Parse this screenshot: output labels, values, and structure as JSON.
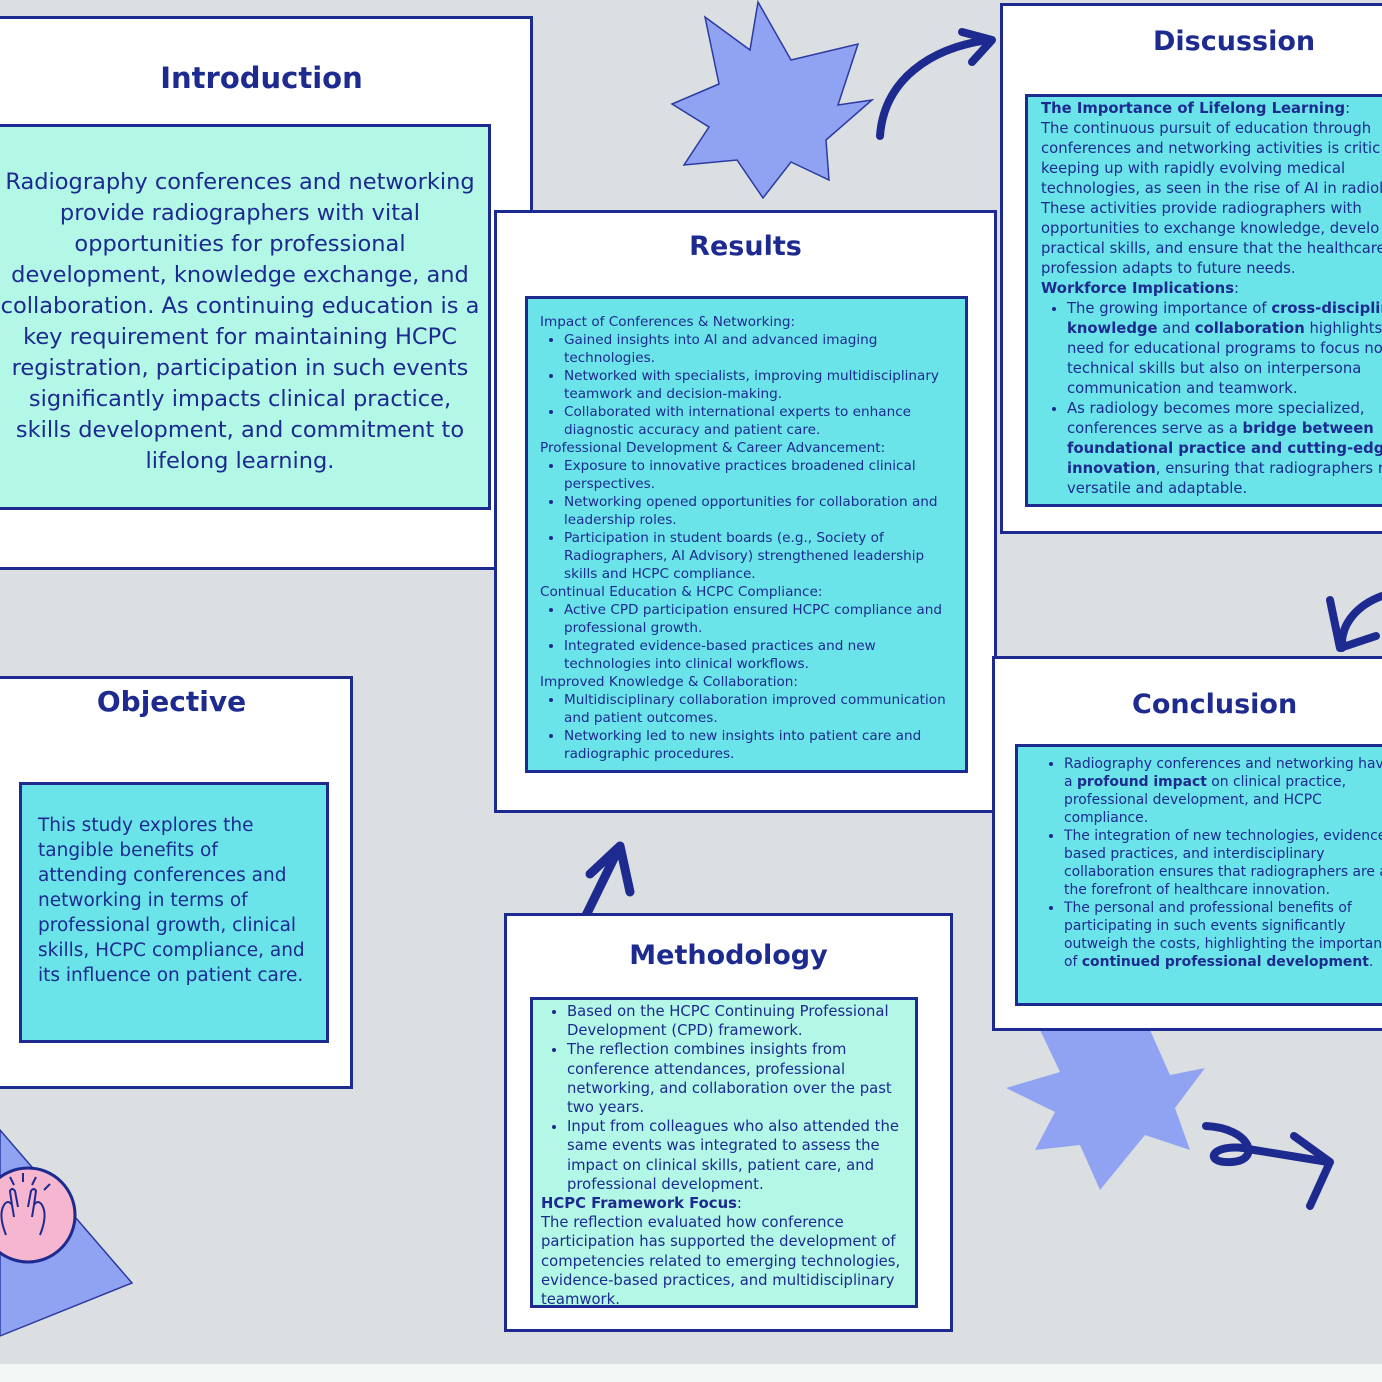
{
  "colors": {
    "background": "#dcdfe1",
    "navy": "#1d2a8f",
    "mint": "#b3f7e6",
    "cyan": "#6ae4e8",
    "periwinkle": "#8fa3f2",
    "pink": "#f7b6cf"
  },
  "icons": [
    "star-burst-icon",
    "curved-arrow-icon",
    "raised-hands-icon"
  ],
  "introduction": {
    "title": "Introduction",
    "body": "Radiography conferences and networking provide radiographers with vital opportunities for professional development, knowledge exchange, and collaboration. As continuing education is a key requirement for maintaining HCPC registration, participation in such events significantly impacts clinical practice, skills development, and commitment to lifelong learning."
  },
  "objective": {
    "title": "Objective",
    "body": "This study explores the tangible benefits of attending conferences and networking in terms of professional growth, clinical skills, HCPC compliance, and its influence on patient care."
  },
  "results": {
    "title": "Results",
    "sections": [
      {
        "heading": "Impact of Conferences & Networking:",
        "items": [
          "Gained insights into AI and advanced imaging technologies.",
          "Networked with specialists, improving multidisciplinary teamwork and decision-making.",
          "Collaborated with international experts to enhance diagnostic accuracy and patient care."
        ]
      },
      {
        "heading": "Professional Development & Career Advancement:",
        "items": [
          "Exposure to innovative practices broadened clinical perspectives.",
          "Networking opened opportunities for collaboration and leadership roles.",
          "Participation in student boards (e.g., Society of Radiographers, AI Advisory) strengthened leadership skills and HCPC compliance."
        ]
      },
      {
        "heading": "Continual Education & HCPC Compliance:",
        "items": [
          "Active CPD participation ensured HCPC compliance and professional growth.",
          "Integrated evidence-based practices and new technologies into clinical workflows."
        ]
      },
      {
        "heading": "Improved Knowledge & Collaboration:",
        "items": [
          "Multidisciplinary collaboration improved communication and patient outcomes.",
          "Networking led to new insights into patient care and radiographic procedures."
        ]
      }
    ]
  },
  "methodology": {
    "title": "Methodology",
    "items": [
      "Based on the HCPC Continuing Professional Development (CPD) framework.",
      "The reflection combines insights from conference attendances, professional networking, and collaboration over the past two years.",
      "Input from colleagues who also attended the same events was integrated to assess the impact on clinical skills, patient care, and professional development."
    ],
    "focus_heading": "HCPC Framework Focus",
    "focus_colon": ":",
    "focus_body": "The reflection evaluated how conference participation has supported the development of competencies related to emerging technologies, evidence-based practices, and multidisciplinary teamwork."
  },
  "discussion": {
    "title": "Discussion",
    "lifelong_heading": "The Importance of Lifelong Learning",
    "lifelong_colon": ":",
    "lifelong_body": "The continuous pursuit of education through conferences and networking activities is critic keeping up with rapidly evolving medical technologies, as seen in the rise of AI in radiol These activities provide radiographers with opportunities to exchange knowledge, develo practical skills, and ensure that the healthcare profession adapts to future needs.",
    "workforce_heading": "Workforce Implications",
    "workforce_colon": ":",
    "bullet1_pre": "The growing importance of ",
    "bullet1_bold1": "cross-disciplin knowledge",
    "bullet1_mid": " and ",
    "bullet1_bold2": "collaboration",
    "bullet1_post": " highlights t need for educational programs to focus no on technical skills but also on interpersona communication and teamwork.",
    "bullet2_pre": "As radiology becomes more specialized, conferences serve as a ",
    "bullet2_bold": "bridge between foundational practice and cutting-edge innovation",
    "bullet2_post": ", ensuring that radiographers re versatile and adaptable."
  },
  "conclusion": {
    "title": "Conclusion",
    "bullet1_pre": "Radiography conferences and networking have a ",
    "bullet1_bold": "profound impact",
    "bullet1_post": " on clinical practice, professional development, and HCPC compliance.",
    "bullet2": "The integration of new technologies, evidence-based practices, and interdisciplinary collaboration ensures that radiographers are at the forefront of healthcare innovation.",
    "bullet3_pre": "The personal and professional benefits of participating in such events significantly outweigh the costs, highlighting the importance of ",
    "bullet3_bold": "continued professional development",
    "bullet3_post": "."
  }
}
